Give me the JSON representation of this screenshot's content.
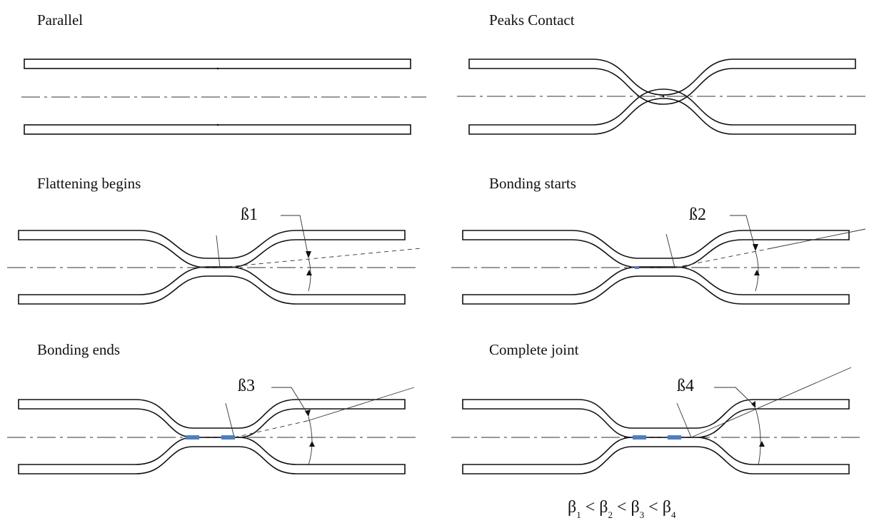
{
  "panels": [
    {
      "id": "parallel",
      "title": "Parallel"
    },
    {
      "id": "peaks",
      "title": "Peaks Contact"
    },
    {
      "id": "flattening",
      "title": "Flattening begins",
      "angle_label": "ß1"
    },
    {
      "id": "bonding-start",
      "title": "Bonding starts",
      "angle_label": "ß2"
    },
    {
      "id": "bonding-end",
      "title": "Bonding ends",
      "angle_label": "ß3"
    },
    {
      "id": "complete",
      "title": "Complete joint",
      "angle_label": "ß4"
    }
  ],
  "inequality": {
    "b1": "β",
    "s1": "1",
    "lt1": " < ",
    "b2": "β",
    "s2": "2",
    "lt2": " < ",
    "b3": "β",
    "s3": "3",
    "lt3": " < ",
    "b4": "β",
    "s4": "4"
  },
  "colors": {
    "line": "#111111",
    "bond_zone": "#4f7fbf"
  }
}
